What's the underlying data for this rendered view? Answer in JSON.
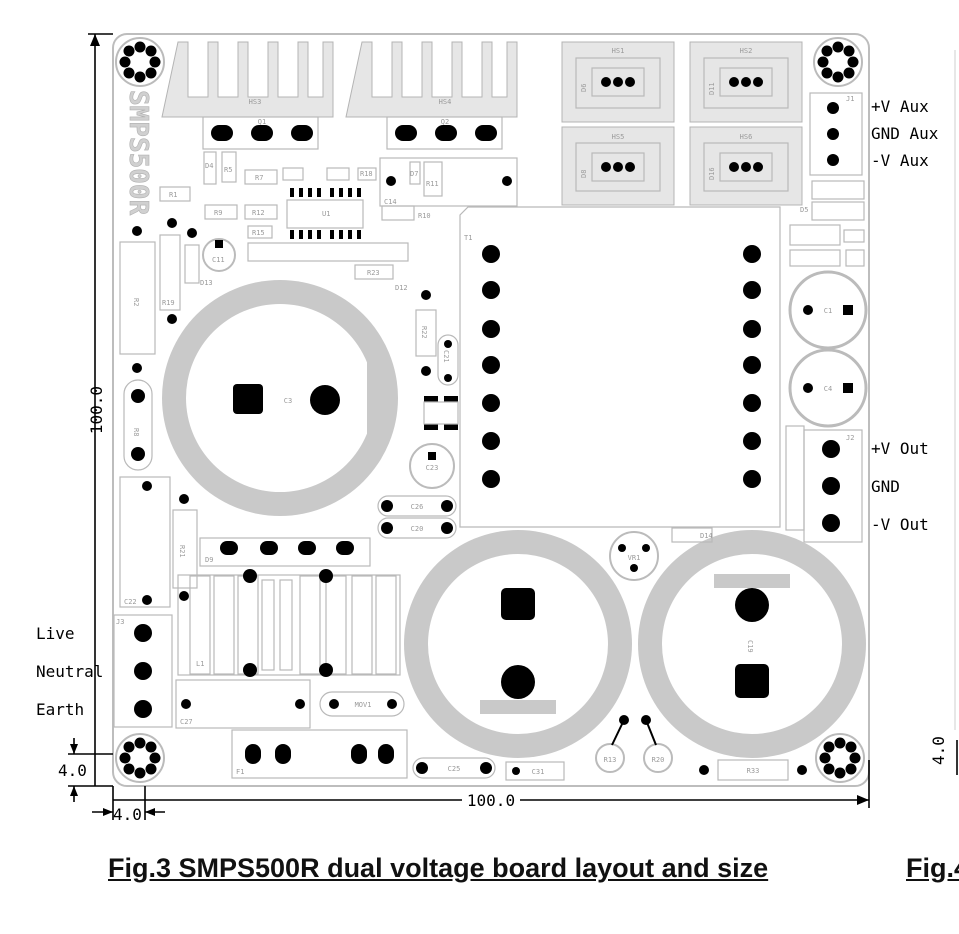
{
  "figure": {
    "caption": "Fig.3 SMPS500R dual voltage board layout and size",
    "caption_next_fragment": "Fig.4"
  },
  "board": {
    "name": "SMPS500R",
    "width_mm": "100.0",
    "height_mm": "100.0",
    "corner_hole_offset_mm": "4.0",
    "right_partial_dim": "4.0"
  },
  "connectors": {
    "j1": {
      "ref": "J1",
      "pins": [
        "+V Aux",
        "GND Aux",
        "-V Aux"
      ]
    },
    "j2": {
      "ref": "J2",
      "pins": [
        "+V Out",
        "GND",
        "-V Out"
      ]
    },
    "j3": {
      "ref": "J3",
      "pins": [
        "Live",
        "Neutral",
        "Earth"
      ]
    }
  },
  "refs": {
    "hs3": "HS3",
    "hs4": "HS4",
    "hs1": "HS1",
    "hs2": "HS2",
    "hs5": "HS5",
    "hs6": "HS6",
    "q1": "Q1",
    "q2": "Q2",
    "u1": "U1",
    "t1": "T1",
    "c3": "C3",
    "c1": "C1",
    "c4": "C4",
    "c19": "C19",
    "c23": "C23",
    "c26": "C26",
    "c20": "C20",
    "c25": "C25",
    "c31": "C31",
    "c27": "C27",
    "c22": "C22",
    "c11": "C11",
    "c21": "C21",
    "c14": "C14",
    "r1": "R1",
    "r2": "R2",
    "r5": "R5",
    "r7": "R7",
    "r9": "R9",
    "r10": "R10",
    "r11": "R11",
    "r12": "R12",
    "r13": "R13",
    "r15": "R15",
    "r18": "R18",
    "r19": "R19",
    "r20": "R20",
    "r21": "R21",
    "r22": "R22",
    "r23": "R23",
    "r33": "R33",
    "r8": "R8",
    "d4": "D4",
    "d5": "D5",
    "d6": "D6",
    "d7": "D7",
    "d8": "D8",
    "d9": "D9",
    "d11": "D11",
    "d12": "D12",
    "d13": "D13",
    "d14": "D14",
    "d16": "D16",
    "l1": "L1",
    "f1": "F1",
    "mov1": "MOV1",
    "vr1": "VR1"
  }
}
